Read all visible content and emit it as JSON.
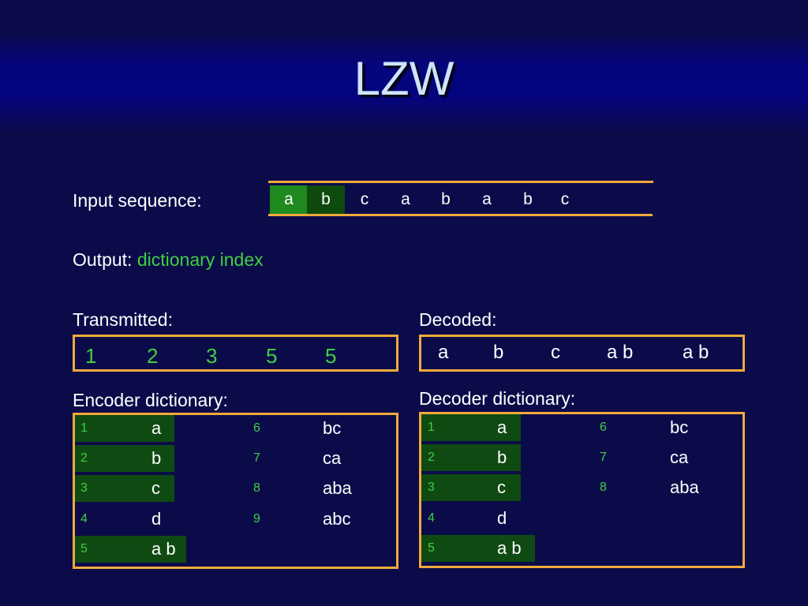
{
  "slide": {
    "title": "LZW"
  },
  "input": {
    "label": "Input sequence:",
    "symbols": [
      "a",
      "b",
      "c",
      "a",
      "b",
      "a",
      "b",
      "c"
    ]
  },
  "output": {
    "label": "Output:",
    "value": "dictionary index"
  },
  "transmitted": {
    "label": "Transmitted:",
    "values": [
      "1",
      "2",
      "3",
      "5",
      "5"
    ]
  },
  "decoded": {
    "label": "Decoded:",
    "values": [
      "a",
      "b",
      "c",
      "a b",
      "a b"
    ]
  },
  "encoder_dictionary": {
    "label": "Encoder dictionary:",
    "entries": [
      {
        "index": "1",
        "string": "a"
      },
      {
        "index": "2",
        "string": "b"
      },
      {
        "index": "3",
        "string": "c"
      },
      {
        "index": "4",
        "string": "d"
      },
      {
        "index": "5",
        "string": "a b"
      },
      {
        "index": "6",
        "string": "bc"
      },
      {
        "index": "7",
        "string": "ca"
      },
      {
        "index": "8",
        "string": "aba"
      },
      {
        "index": "9",
        "string": "abc"
      }
    ]
  },
  "decoder_dictionary": {
    "label": "Decoder dictionary:",
    "entries": [
      {
        "index": "1",
        "string": "a"
      },
      {
        "index": "2",
        "string": "b"
      },
      {
        "index": "3",
        "string": "c"
      },
      {
        "index": "4",
        "string": "d"
      },
      {
        "index": "5",
        "string": "a b"
      },
      {
        "index": "6",
        "string": "bc"
      },
      {
        "index": "7",
        "string": "ca"
      },
      {
        "index": "8",
        "string": "aba"
      }
    ]
  },
  "colors": {
    "background": "#0b0b4a",
    "title_band": "#04047e",
    "accent_orange": "#f2a93a",
    "highlight_green": "#3fd040",
    "row_green": "#0f4a12"
  }
}
